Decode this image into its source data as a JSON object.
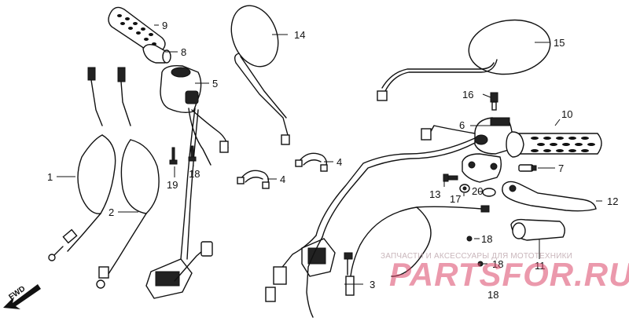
{
  "callouts": {
    "c1": "1",
    "c2": "2",
    "c3": "3",
    "c4a": "4",
    "c4b": "4",
    "c5": "5",
    "c6": "6",
    "c7": "7",
    "c8": "8",
    "c9": "9",
    "c10": "10",
    "c11": "11",
    "c12": "12",
    "c13": "13",
    "c14": "14",
    "c15": "15",
    "c16": "16",
    "c17": "17",
    "c18a": "18",
    "c18b": "18",
    "c18c": "18",
    "c18d": "18",
    "c19": "19",
    "c20": "20"
  },
  "fwd_label": "FWD",
  "watermark": {
    "caption": "ЗАПЧАСТИ И АКСЕССУАРЫ ДЛЯ МОТОТЕХНИКИ",
    "brand": "PARTSFOR.RU"
  }
}
